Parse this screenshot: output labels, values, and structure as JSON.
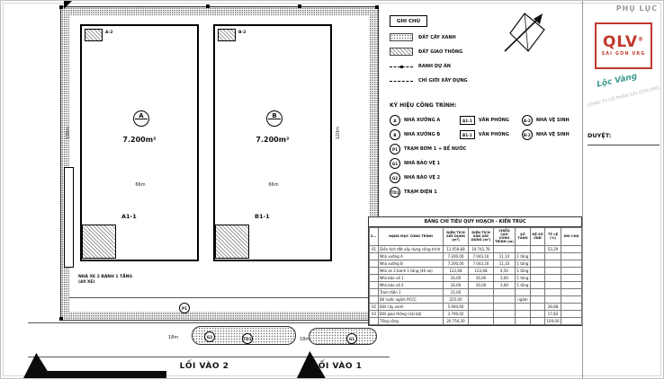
{
  "plan": {
    "building_a": {
      "symbol": "A",
      "area": "7.200m²",
      "office": "A1-1",
      "toilet": "A-2"
    },
    "building_b": {
      "symbol": "B",
      "area": "7.200m²",
      "office": "B1-1",
      "toilet": "B-2"
    },
    "bike_shed_label": "NHÀ XE 2 BÁNH 1 TẦNG (40 XE)",
    "entrance_1": "LỐI VÀO 1",
    "entrance_2": "LỐI VÀO 2",
    "markers": {
      "p1": "P1",
      "g1": "G1",
      "g2": "G2",
      "td1": "TD1"
    },
    "dims": {
      "a_width": "66m",
      "b_width": "66m",
      "a_height": "120m",
      "b_height": "120m",
      "road_left": "18m",
      "road_right": "18m"
    }
  },
  "legend": {
    "title": "GHI CHÚ",
    "items": [
      {
        "label": "ĐẤT CÂY XANH",
        "pattern": "dots"
      },
      {
        "label": "ĐẤT GIAO THÔNG",
        "pattern": "diagonal-hatch"
      },
      {
        "label": "RANH DỰ ÁN",
        "pattern": "dash-dot-line"
      },
      {
        "label": "CHỈ GIỚI XÂY DỰNG",
        "pattern": "dashed-line"
      }
    ]
  },
  "symbols": {
    "title": "KÝ HIỆU CÔNG TRÌNH:",
    "items": [
      {
        "code": "A",
        "label": "NHÀ XƯỞNG A"
      },
      {
        "code": "B",
        "label": "NHÀ XƯỞNG B"
      },
      {
        "code": "P1",
        "label": "TRẠM BƠM 1 + BỂ NƯỚC"
      },
      {
        "code": "G1",
        "label": "NHÀ BẢO VỆ 1"
      },
      {
        "code": "G2",
        "label": "NHÀ BẢO VỆ 2"
      },
      {
        "code": "TD1",
        "label": "TRẠM ĐIỆN 1"
      }
    ],
    "sub_items": [
      {
        "code": "A1-1",
        "label": "VĂN PHÒNG"
      },
      {
        "code": "A-2",
        "label": "NHÀ VỆ SINH"
      },
      {
        "code": "B1-1",
        "label": "VĂN PHÒNG"
      },
      {
        "code": "B-2",
        "label": "NHÀ VỆ SINH"
      }
    ]
  },
  "titleblock": {
    "corner_label": "PHỤ LỤC",
    "logo_text": "QLV",
    "logo_reg": "®",
    "logo_subtitle": "SÀI GÒN VRG",
    "watermark_script": "Lộc Vàng",
    "watermark_text": "CÔNG TY CỔ PHẦN SÀI GÒN VRG",
    "approve_label": "DUYỆT:"
  },
  "table": {
    "title": "BẢNG CHỈ TIÊU QUY HOẠCH - KIẾN TRÚC",
    "headers": [
      "STT",
      "HẠNG MỤC CÔNG TRÌNH",
      "DIỆN TÍCH XÂY DỰNG (m²)",
      "DIỆN TÍCH SÀN XÂY DỰNG (m²)",
      "CHIỀU CAO CÔNG TRÌNH (m)",
      "SỐ TẦNG",
      "HỆ SỐ SDĐ",
      "TỶ LỆ (%)",
      "GHI CHÚ"
    ],
    "rows": [
      [
        "01",
        "Diện tích đất xây dựng công trình",
        "11.059,68",
        "19.741,76",
        "",
        "",
        "",
        "53,29",
        ""
      ],
      [
        "",
        "Nhà xưởng A",
        "7.200,00",
        "7.043,16",
        "11,10",
        "1 tầng",
        "",
        "",
        ""
      ],
      [
        "",
        "Nhà xưởng B",
        "7.200,00",
        "7.043,16",
        "11,10",
        "1 tầng",
        "",
        "",
        ""
      ],
      [
        "",
        "Nhà xe 2 bánh 1 tầng (40 xe)",
        "122,68",
        "122,68",
        "4,50",
        "1 tầng",
        "",
        "",
        ""
      ],
      [
        "",
        "Nhà bảo vệ 1",
        "16,00",
        "16,00",
        "3,60",
        "1 tầng",
        "",
        "",
        ""
      ],
      [
        "",
        "Nhà bảo vệ 2",
        "16,00",
        "16,00",
        "3,60",
        "1 tầng",
        "",
        "",
        ""
      ],
      [
        "",
        "Trạm điện 1",
        "15,00",
        "",
        "",
        "",
        "",
        "",
        ""
      ],
      [
        "",
        "Bể nước ngầm PCCC",
        "225,00",
        "",
        "",
        "ngầm",
        "",
        "",
        ""
      ],
      [
        "02",
        "Đất cây xanh",
        "5.994,60",
        "",
        "",
        "",
        "",
        "28,88",
        ""
      ],
      [
        "03",
        "Đất giao thông (nội bộ)",
        "3.700,02",
        "",
        "",
        "",
        "",
        "17,83",
        ""
      ],
      [
        "",
        "Tổng cộng",
        "20.754,30",
        "",
        "",
        "",
        "",
        "100,00",
        ""
      ]
    ]
  },
  "colors": {
    "accent_red": "#c0392b",
    "teal": "#1d8a7e"
  }
}
